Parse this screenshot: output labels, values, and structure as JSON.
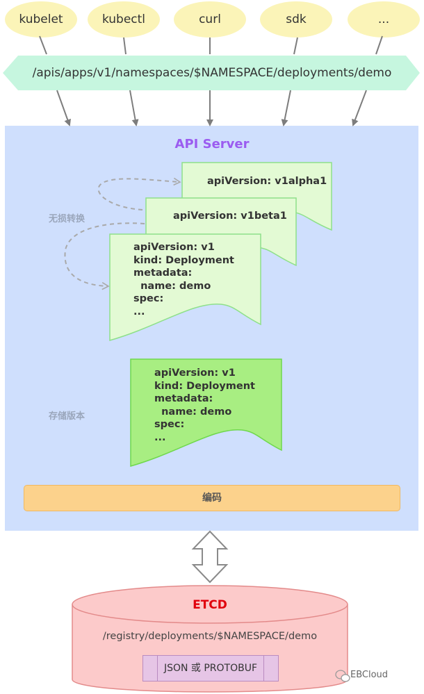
{
  "clients": [
    "kubelet",
    "kubectl",
    "curl",
    "sdk",
    "..."
  ],
  "endpoint": "/apis/apps/v1/namespaces/$NAMESPACE/deployments/demo",
  "api_server": {
    "title": "API Server",
    "conversion_label": "无损转换",
    "storage_label": "存储版本",
    "encode_label": "编码",
    "docs": {
      "v1alpha1": "apiVersion: v1alpha1",
      "v1beta1": "apiVersion: v1beta1",
      "v1": "apiVersion: v1\nkind: Deployment\nmetadata:\n  name: demo\nspec:\n...",
      "stored": "apiVersion: v1\nkind: Deployment\nmetadata:\n  name: demo\nspec:\n..."
    }
  },
  "etcd": {
    "title": "ETCD",
    "path": "/registry/deployments/$NAMESPACE/demo",
    "format": "JSON 或 PROTOBUF"
  },
  "watermark": "EBCloud",
  "colors": {
    "client_fill": "#fbf4b8",
    "endpoint_fill": "#c6f6df",
    "server_fill": "#cfdffd",
    "server_title": "#9b5cf0",
    "doc_fill": "#e3fad4",
    "doc_stroke": "#8ee08a",
    "stored_fill": "#a8ee82",
    "stored_stroke": "#6fd84c",
    "encode_fill": "#fcd28c",
    "etcd_fill": "#fccaca",
    "etcd_stroke": "#e38a8a",
    "etcd_title": "#e0000c"
  }
}
